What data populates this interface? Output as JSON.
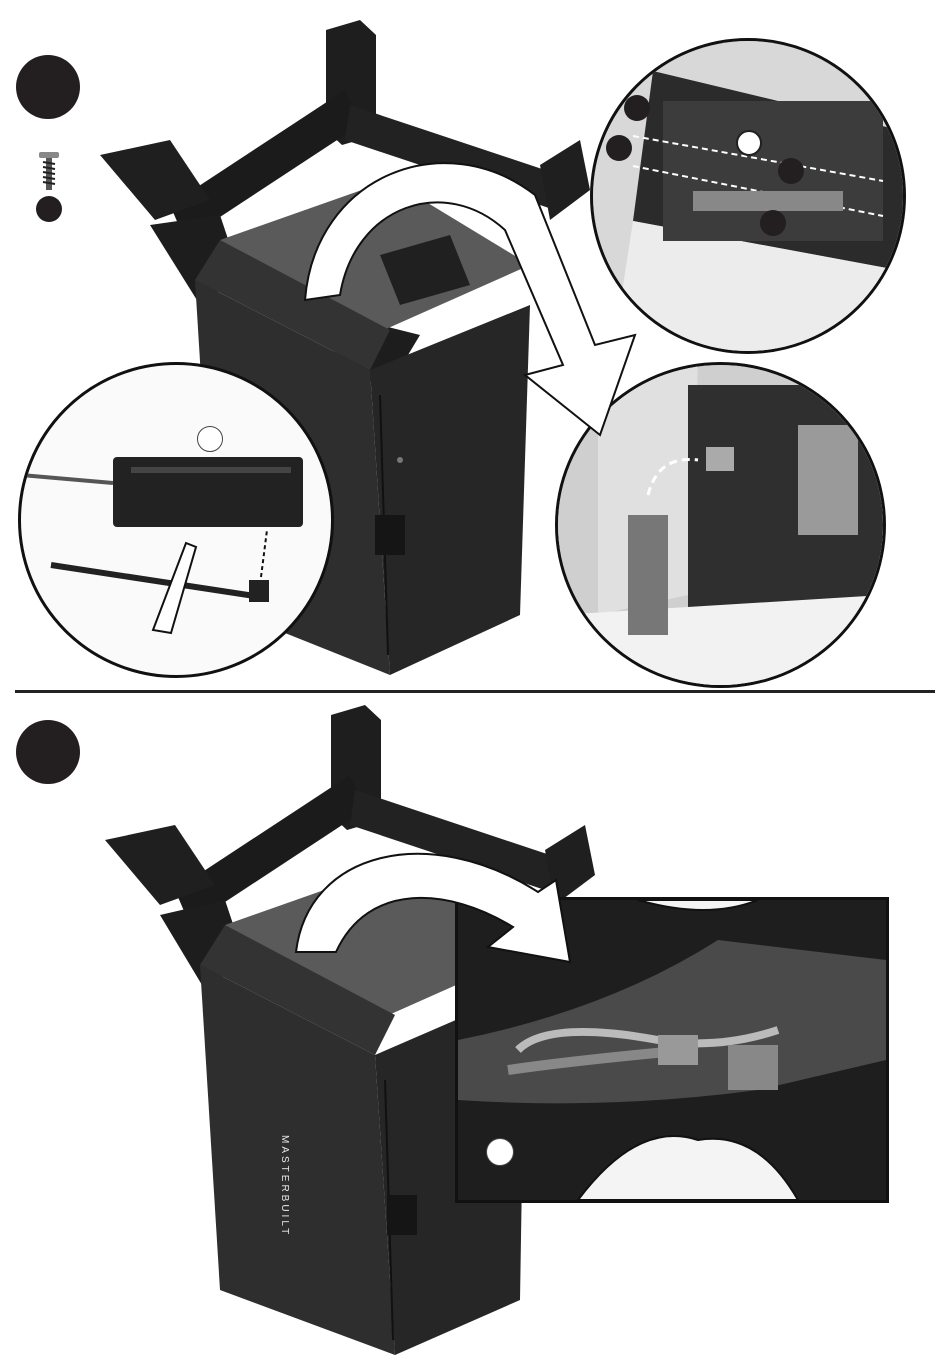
{
  "brand": {
    "text": "MASTERBUILT"
  },
  "colors": {
    "ink": "#231f20",
    "body": "#2e2e2e",
    "panel": "#3a3a3a",
    "light": "#f4f4f4",
    "arrow": "#ffffff"
  },
  "icons": {
    "step1_badge": "filled-circle",
    "step2_badge": "filled-circle",
    "hardware_screw": "screw-icon",
    "hardware_qty_dot": "filled-circle"
  }
}
